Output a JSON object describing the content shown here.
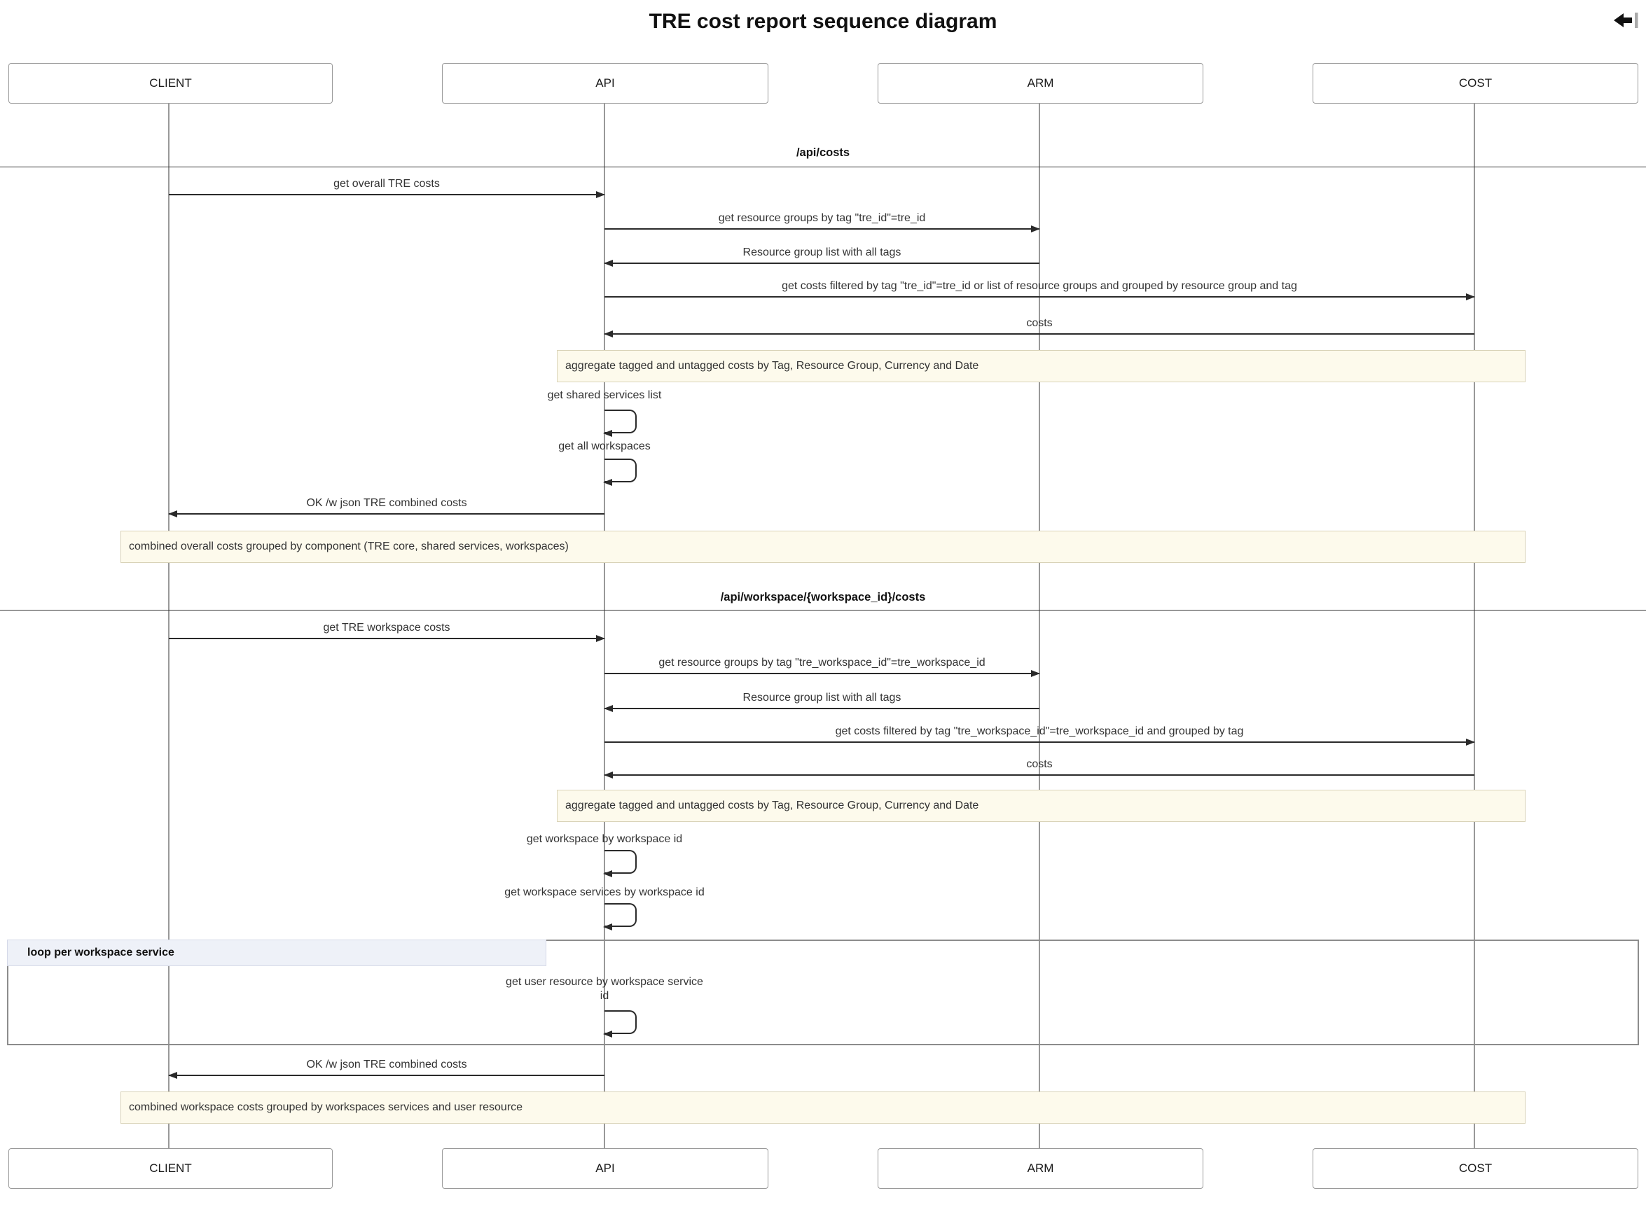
{
  "title": "TRE cost report sequence diagram",
  "header": {
    "icon": "back-to-bar-icon"
  },
  "actors": [
    {
      "label": "CLIENT"
    },
    {
      "label": "API"
    },
    {
      "label": "ARM"
    },
    {
      "label": "COST"
    }
  ],
  "sections": [
    {
      "divider": "/api/costs"
    },
    {
      "divider": "/api/workspace/{workspace_id}/costs"
    }
  ],
  "messages": [
    {
      "label": "get overall TRE costs",
      "from": "CLIENT",
      "to": "API"
    },
    {
      "label": "get resource groups by tag \"tre_id\"=tre_id",
      "from": "API",
      "to": "ARM"
    },
    {
      "label": "Resource group list with all tags",
      "from": "ARM",
      "to": "API"
    },
    {
      "label": "get costs filtered by tag \"tre_id\"=tre_id or list of resource groups and grouped by resource group and tag",
      "from": "API",
      "to": "COST"
    },
    {
      "label": "costs",
      "from": "COST",
      "to": "API"
    },
    {
      "label": "get shared services list",
      "from": "API",
      "to": "API"
    },
    {
      "label": "get all workspaces",
      "from": "API",
      "to": "API"
    },
    {
      "label": "OK /w json TRE combined costs",
      "from": "API",
      "to": "CLIENT"
    },
    {
      "label": "get TRE workspace costs",
      "from": "CLIENT",
      "to": "API"
    },
    {
      "label": "get resource groups by tag \"tre_workspace_id\"=tre_workspace_id",
      "from": "API",
      "to": "ARM"
    },
    {
      "label": "Resource group list with all tags",
      "from": "ARM",
      "to": "API"
    },
    {
      "label": "get costs filtered by tag \"tre_workspace_id\"=tre_workspace_id and grouped by tag",
      "from": "API",
      "to": "COST"
    },
    {
      "label": "costs",
      "from": "COST",
      "to": "API"
    },
    {
      "label": "get workspace by workspace id",
      "from": "API",
      "to": "API"
    },
    {
      "label": "get workspace services by workspace id",
      "from": "API",
      "to": "API"
    },
    {
      "label": "get user resource by workspace service id",
      "from": "API",
      "to": "API"
    },
    {
      "label": "OK /w json TRE combined costs",
      "from": "API",
      "to": "CLIENT"
    }
  ],
  "notes": [
    {
      "label": "aggregate tagged and untagged costs by Tag, Resource Group, Currency and Date"
    },
    {
      "label": "combined overall costs grouped by component (TRE core, shared services, workspaces)"
    },
    {
      "label": "aggregate tagged and untagged costs by Tag, Resource Group, Currency and Date"
    },
    {
      "label": "combined workspace costs grouped by workspaces services and user resource"
    }
  ],
  "loop": {
    "label": "loop per workspace service"
  },
  "colors": {
    "background": "#ffffff",
    "note_fill": "#fdfaec",
    "note_border": "#d9d3b8",
    "loop_label_fill": "#eef1f8",
    "loop_border": "#8c8c8c",
    "lifeline": "#999999",
    "arrow": "#2a2a2a",
    "actor_border": "#999999"
  }
}
